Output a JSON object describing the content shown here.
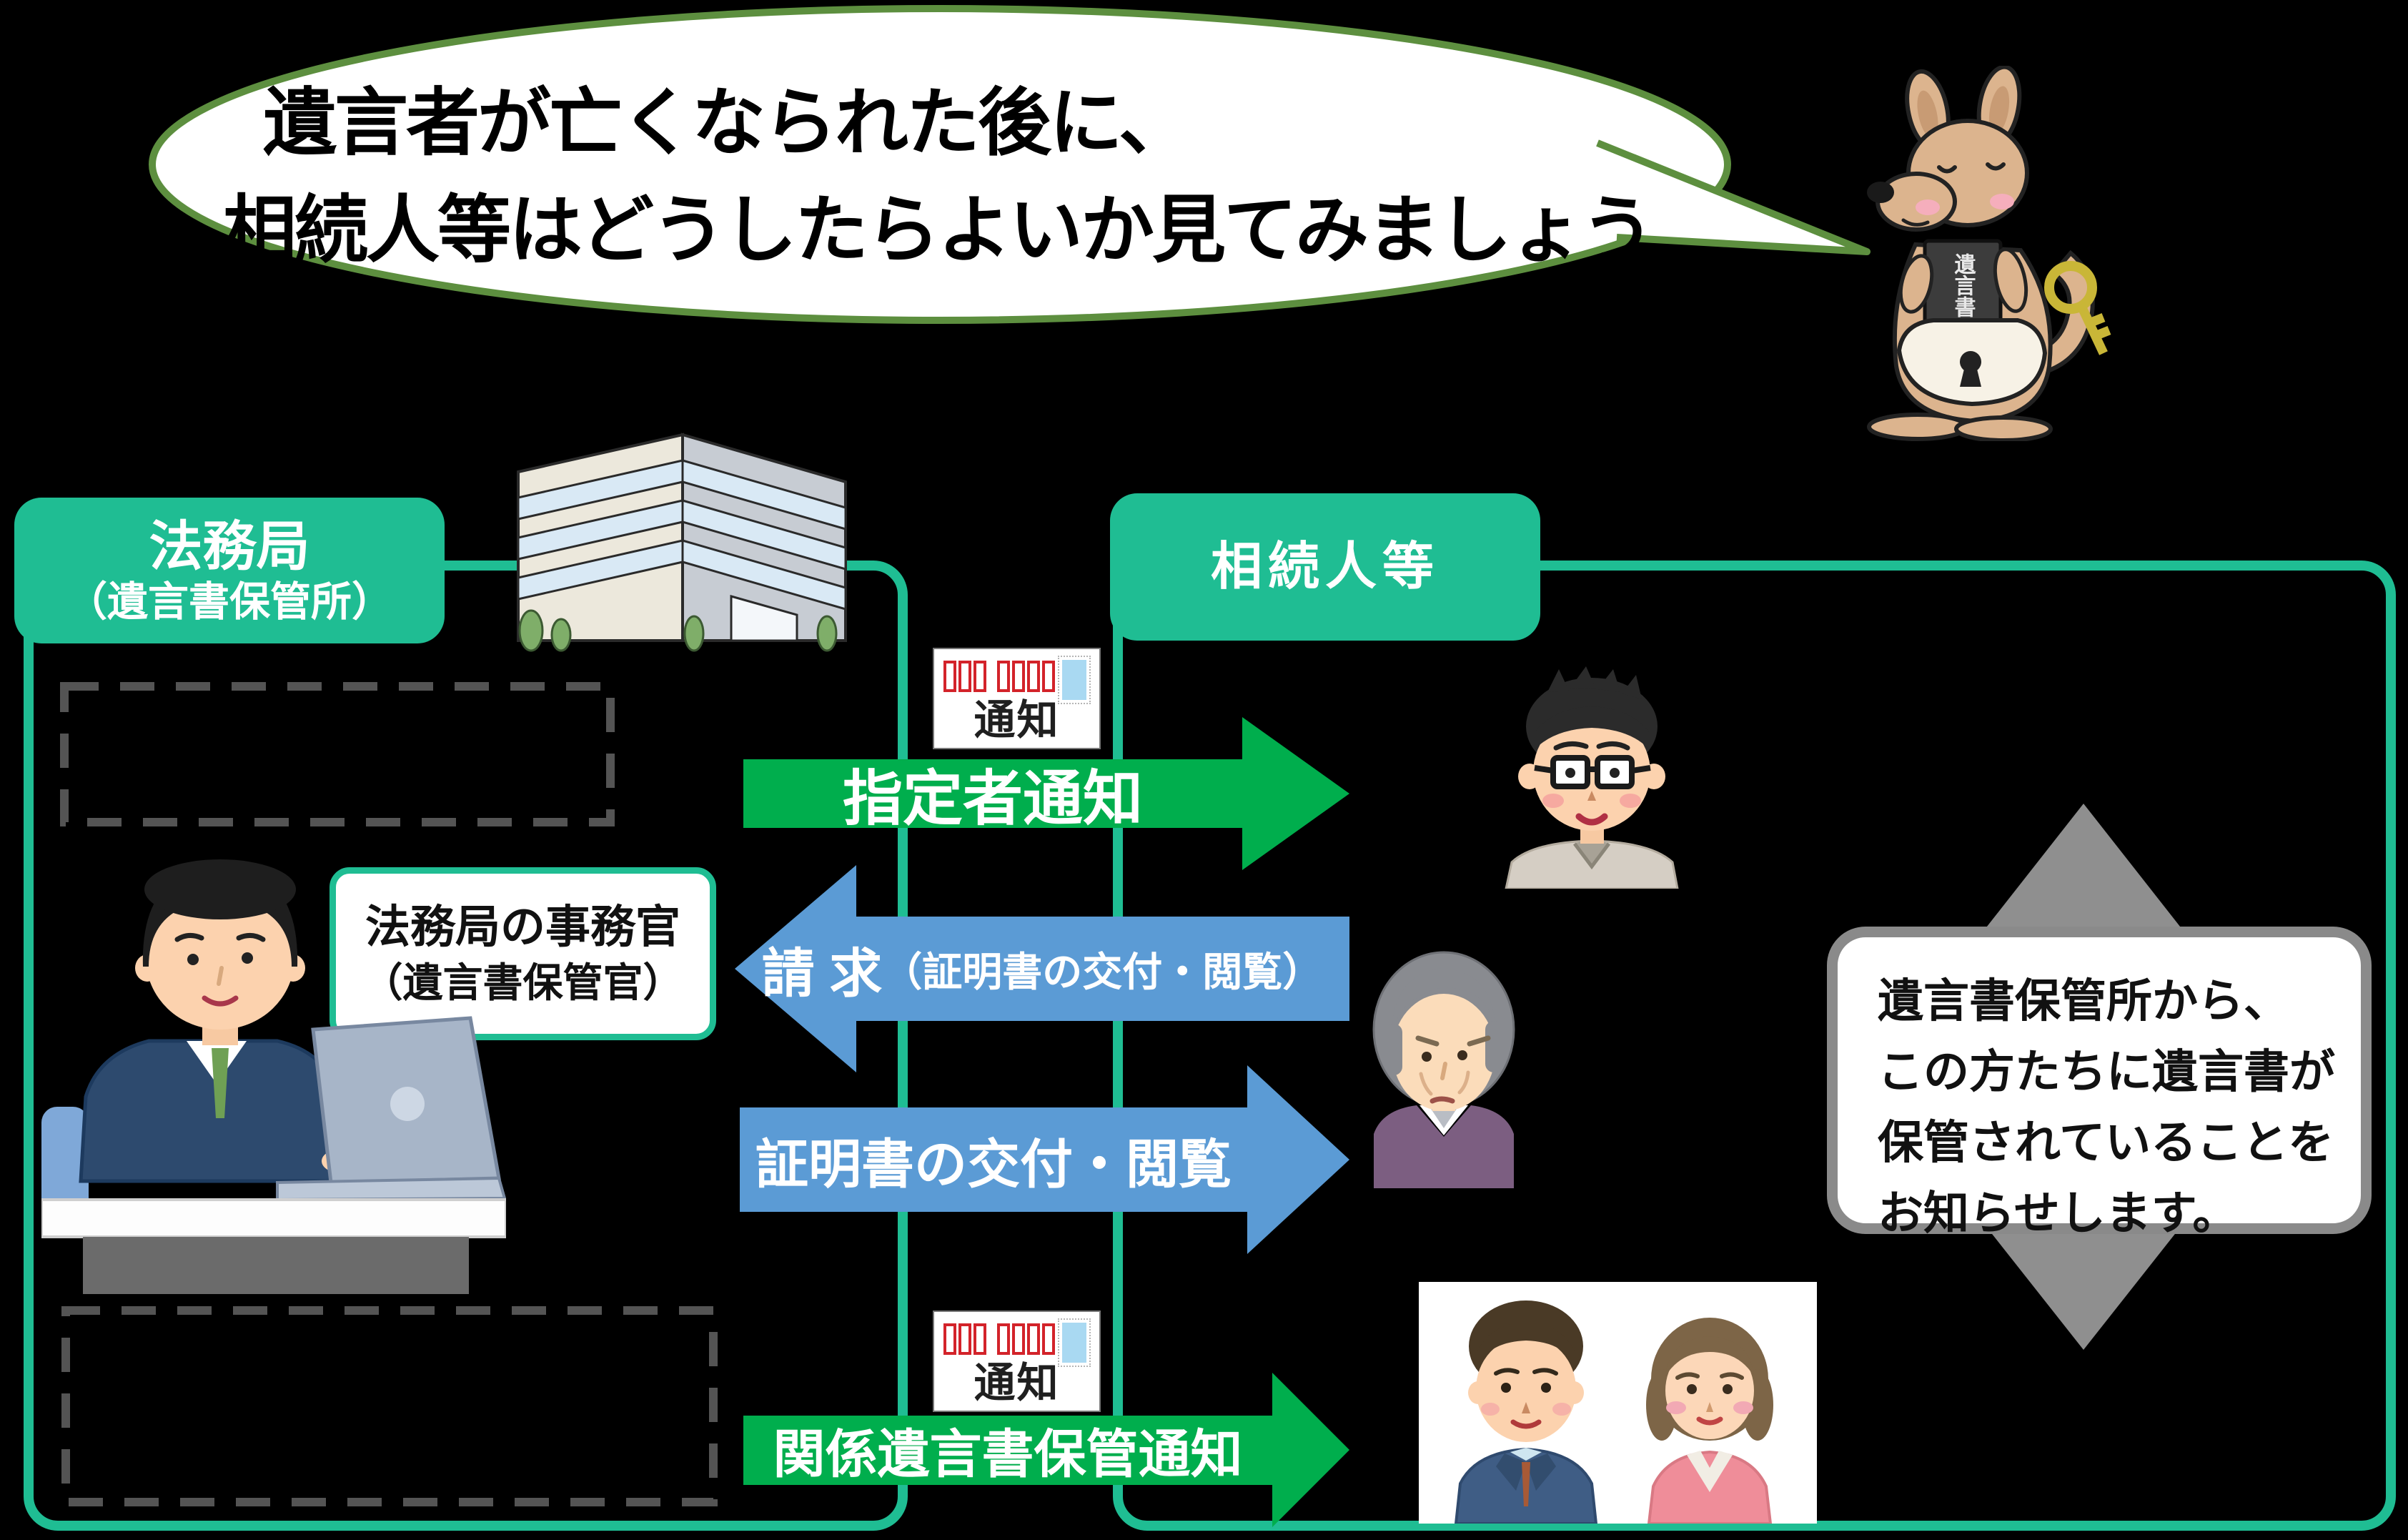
{
  "colors": {
    "teal": "#1FBD93",
    "arrow-green": "#00AE4D",
    "arrow-blue": "#5B9BD5",
    "bubble-border": "#5D8F3F",
    "dash-gray": "#545454",
    "gray-arrow": "#8F8F8F",
    "note-border": "#8A8A8A"
  },
  "bubble": {
    "line1": "遺言者が亡くなられた後に、",
    "line2": "相続人等はどうしたらよいか見てみましょう"
  },
  "legal_bureau": {
    "title_line1": "法務局",
    "title_line2": "（遺言書保管所）",
    "officer_line1": "法務局の事務官",
    "officer_line2": "（遺言書保管官）"
  },
  "heirs": {
    "title": "相続人等"
  },
  "flows": {
    "designee_notice": "指定者通知",
    "request_main": "請 求",
    "request_sub": "（証明書の交付・閲覧）",
    "certificate_issue": "証明書の交付・閲覧",
    "related_notice": "関係遺言書保管通知"
  },
  "envelope": {
    "label": "通知"
  },
  "note": {
    "line1": "遺言書保管所から、",
    "line2": "この方たちに遺言書が",
    "line3": "保管されていることを",
    "line4": "お知らせします。"
  },
  "mascot": {
    "pouch_label": "遺言書"
  },
  "icons": {
    "mascot": "kangaroo-with-key",
    "building": "office-building",
    "clerk": "clerk-at-laptop",
    "heir_man": "man-with-glasses",
    "heir_woman": "elderly-woman",
    "heir_couple": "married-couple",
    "envelope": "notice-envelope",
    "updown_arrow": "gray-double-arrow"
  }
}
